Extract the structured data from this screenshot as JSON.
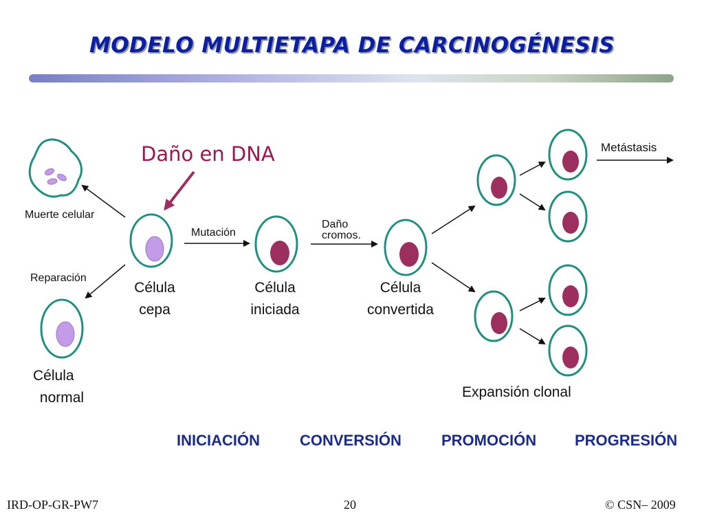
{
  "slide": {
    "title": "MODELO MULTIETAPA DE CARCINOGÉNESIS",
    "accent_color": "#0b1fa6",
    "damage_label": "Daño en DNA",
    "damage_color": "#a0154f"
  },
  "labels": {
    "cell_death": "Muerte celular",
    "repair": "Reparación",
    "mutation": "Mutación",
    "chrom_damage_1": "Daño",
    "chrom_damage_2": "cromos.",
    "metastasis": "Metástasis",
    "stem_cell_1": "Célula",
    "stem_cell_2": "cepa",
    "initiated_cell_1": "Célula",
    "initiated_cell_2": "iniciada",
    "converted_cell_1": "Célula",
    "converted_cell_2": "convertida",
    "normal_cell_1": "Célula",
    "normal_cell_2": "normal",
    "clonal_expansion": "Expansión clonal"
  },
  "stages": [
    "INICIACIÓN",
    "CONVERSIÓN",
    "PROMOCIÓN",
    "PROGRESIÓN"
  ],
  "footer": {
    "left": "IRD-OP-GR-PW7",
    "center": "20",
    "right": "© CSN– 2009"
  },
  "colors": {
    "cell_outline": "#1f8f82",
    "healthy_nucleus": "#c39be8",
    "damaged_nucleus": "#9c2f5d",
    "stage_text": "#1a2b8c"
  },
  "icons": {
    "dead_cell": "fragmented-cell-icon",
    "healthy_cell": "light-purple-nucleus-cell",
    "damaged_cell": "dark-magenta-nucleus-cell"
  }
}
